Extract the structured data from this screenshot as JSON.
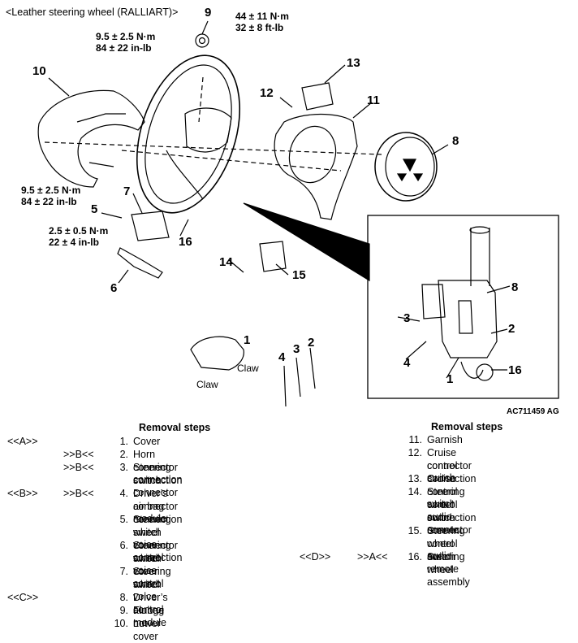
{
  "title": "<Leather steering wheel (RALLIART)>",
  "figure_id": "AC711459 AG",
  "torques": {
    "t1": [
      "44 ± 11 N·m",
      "32 ± 8 ft-lb"
    ],
    "t2": [
      "9.5 ± 2.5 N·m",
      "84 ± 22 in-lb"
    ],
    "t3": [
      "9.5 ± 2.5 N·m",
      "84 ± 22 in-lb"
    ],
    "t4": [
      "2.5 ± 0.5 N·m",
      "22 ± 4 in-lb"
    ]
  },
  "callouts": {
    "c1": "1",
    "c2": "2",
    "c3": "3",
    "c4": "4",
    "c5": "5",
    "c6": "6",
    "c7": "7",
    "c8": "8",
    "c9": "9",
    "c10": "10",
    "c11": "11",
    "c12": "12",
    "c13": "13",
    "c14": "14",
    "c15": "15",
    "c16": "16",
    "i1": "1",
    "i2": "2",
    "i3": "3",
    "i4": "4",
    "i8": "8",
    "i16": "16"
  },
  "claw_labels": [
    "Claw",
    "Claw"
  ],
  "removal_heading_left": "Removal steps",
  "removal_heading_right": "Removal steps",
  "codes": {
    "a_open": "<<A>>",
    "b_close_2": ">>B<<",
    "b_close_3": ">>B<<",
    "b_open_4": "<<B>>",
    "b_close_4": ">>B<<",
    "c_open": "<<C>>",
    "d_open": "<<D>>",
    "a_close": ">>A<<"
  },
  "steps_left": [
    {
      "num": "1.",
      "lines": [
        "Cover"
      ]
    },
    {
      "num": "2.",
      "lines": [
        "Horn connector connection"
      ]
    },
    {
      "num": "3.",
      "lines": [
        "Steering switch connector",
        "connection"
      ]
    },
    {
      "num": "4.",
      "lines": [
        "Driver’s air bag module",
        "connector connection"
      ]
    },
    {
      "num": "5.",
      "lines": [
        "Steering wheel voice control",
        "switch connector connection"
      ]
    },
    {
      "num": "6.",
      "lines": [
        "Steering wheel voice control",
        "switch cover"
      ]
    },
    {
      "num": "7.",
      "lines": [
        "Steering wheel voice control",
        "switch"
      ]
    },
    {
      "num": "8.",
      "lines": [
        "Driver’s air bag module"
      ]
    },
    {
      "num": "9.",
      "lines": [
        "Flunge nut"
      ]
    },
    {
      "num": "10.",
      "lines": [
        "Lower cover"
      ]
    }
  ],
  "steps_right": [
    {
      "num": "11.",
      "lines": [
        "Garnish"
      ]
    },
    {
      "num": "12.",
      "lines": [
        "Cruise control switch",
        "connector connection"
      ]
    },
    {
      "num": "13.",
      "lines": [
        "Cruise control switch"
      ]
    },
    {
      "num": "14.",
      "lines": [
        "Steering wheel audio remote",
        "control switch connector",
        "connection"
      ]
    },
    {
      "num": "15.",
      "lines": [
        "Steering wheel audio remote",
        "control switch"
      ]
    },
    {
      "num": "16.",
      "lines": [
        "Steering wheel assembly"
      ]
    }
  ]
}
